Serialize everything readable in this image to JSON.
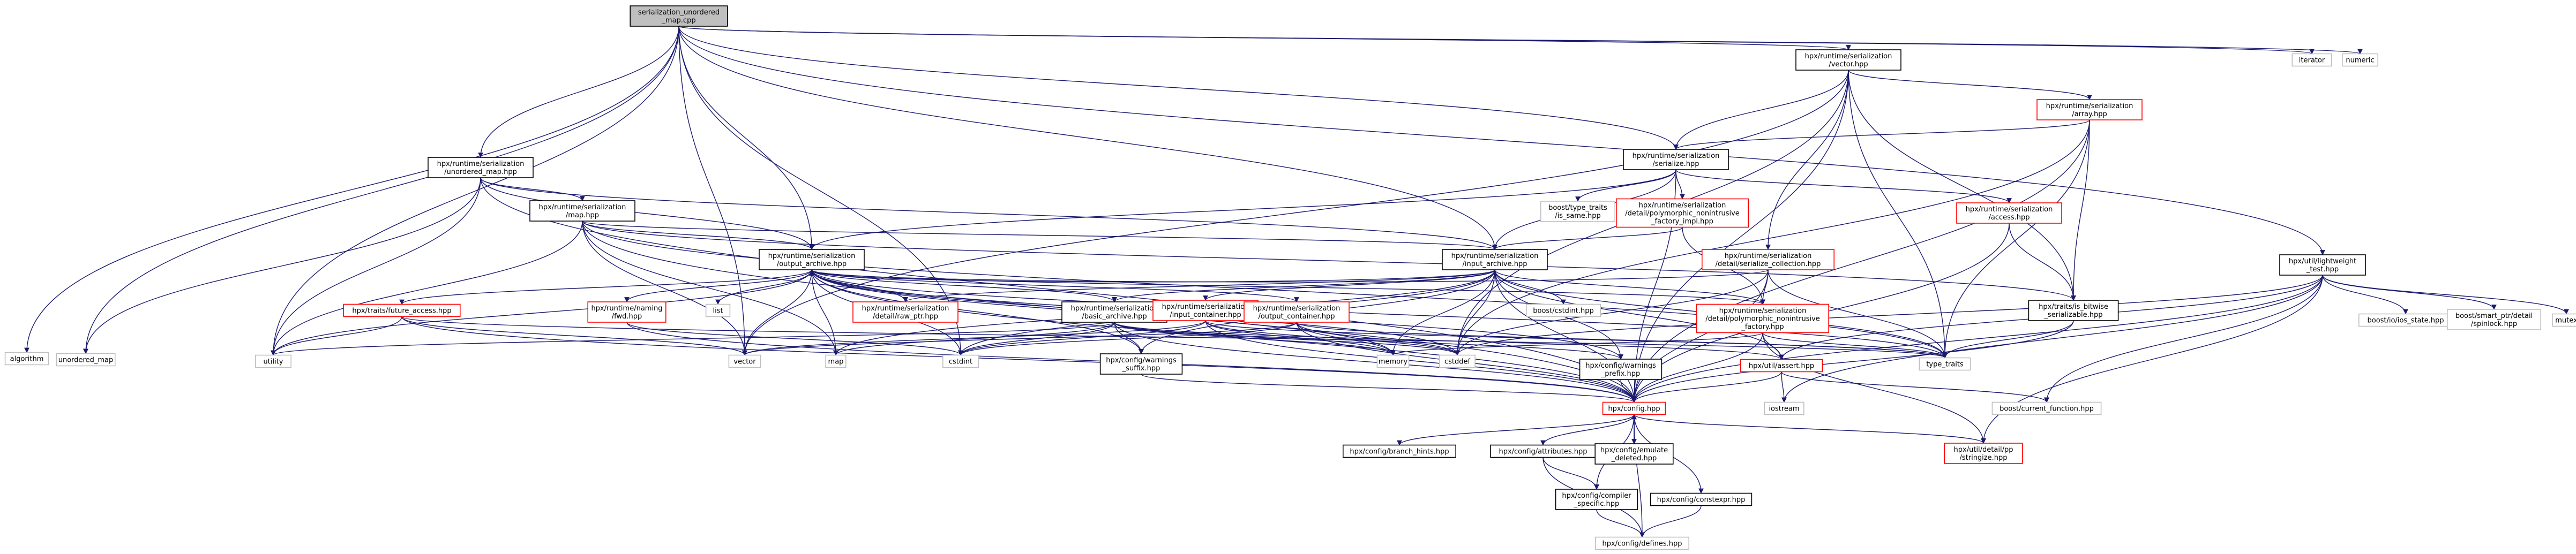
{
  "colors": {
    "edge": "#191970",
    "node_border": "#000000",
    "missing_border": "#bfbfbf",
    "red_border": "#ff0000",
    "root_fill": "#bfbfbf",
    "text": "#000000"
  },
  "nodes": [
    {
      "id": "root",
      "lines": [
        "serialization_unordered",
        "_map.cpp"
      ],
      "kind": "root"
    },
    {
      "id": "vector_hpp",
      "lines": [
        "hpx/runtime/serialization",
        "/vector.hpp"
      ],
      "kind": "normal"
    },
    {
      "id": "iterator",
      "lines": [
        "iterator"
      ],
      "kind": "missing"
    },
    {
      "id": "numeric",
      "lines": [
        "numeric"
      ],
      "kind": "missing"
    },
    {
      "id": "array_hpp",
      "lines": [
        "hpx/runtime/serialization",
        "/array.hpp"
      ],
      "kind": "red"
    },
    {
      "id": "serialize_hpp",
      "lines": [
        "hpx/runtime/serialization",
        "/serialize.hpp"
      ],
      "kind": "normal"
    },
    {
      "id": "unordered_map_hpp",
      "lines": [
        "hpx/runtime/serialization",
        "/unordered_map.hpp"
      ],
      "kind": "normal"
    },
    {
      "id": "type_traits_same",
      "lines": [
        "boost/type_traits",
        "/is_same.hpp"
      ],
      "kind": "missing"
    },
    {
      "id": "poly_factory_impl",
      "lines": [
        "hpx/runtime/serialization",
        "/detail/polymorphic_nonintrusive",
        "_factory_impl.hpp"
      ],
      "kind": "red"
    },
    {
      "id": "map_hpp",
      "lines": [
        "hpx/runtime/serialization",
        "/map.hpp"
      ],
      "kind": "normal"
    },
    {
      "id": "access_hpp",
      "lines": [
        "hpx/runtime/serialization",
        "/access.hpp"
      ],
      "kind": "red"
    },
    {
      "id": "output_archive",
      "lines": [
        "hpx/runtime/serialization",
        "/output_archive.hpp"
      ],
      "kind": "normal"
    },
    {
      "id": "input_archive",
      "lines": [
        "hpx/runtime/serialization",
        "/input_archive.hpp"
      ],
      "kind": "normal"
    },
    {
      "id": "serialize_collection",
      "lines": [
        "hpx/runtime/serialization",
        "/detail/serialize_collection.hpp"
      ],
      "kind": "red"
    },
    {
      "id": "fs_lightweight",
      "lines": [
        "hpx/util/lightweight",
        "_test.hpp"
      ],
      "kind": "normal"
    },
    {
      "id": "future_access",
      "lines": [
        "hpx/traits/future_access.hpp"
      ],
      "kind": "red"
    },
    {
      "id": "naming_fwd",
      "lines": [
        "hpx/runtime/naming",
        "/fwd.hpp"
      ],
      "kind": "red"
    },
    {
      "id": "list",
      "lines": [
        "list"
      ],
      "kind": "missing"
    },
    {
      "id": "raw_ptr",
      "lines": [
        "hpx/runtime/serialization",
        "/detail/raw_ptr.hpp"
      ],
      "kind": "red"
    },
    {
      "id": "basic_archive",
      "lines": [
        "hpx/runtime/serialization",
        "/basic_archive.hpp"
      ],
      "kind": "normal"
    },
    {
      "id": "input_container",
      "lines": [
        "hpx/runtime/serialization",
        "/input_container.hpp"
      ],
      "kind": "red"
    },
    {
      "id": "output_container",
      "lines": [
        "hpx/runtime/serialization",
        "/output_container.hpp"
      ],
      "kind": "red"
    },
    {
      "id": "boost_cstdint",
      "lines": [
        "boost/cstdint.hpp"
      ],
      "kind": "missing"
    },
    {
      "id": "poly_factory",
      "lines": [
        "hpx/runtime/serialization",
        "/detail/polymorphic_nonintrusive",
        "_factory.hpp"
      ],
      "kind": "red"
    },
    {
      "id": "is_bitwise",
      "lines": [
        "hpx/traits/is_bitwise",
        "_serializable.hpp"
      ],
      "kind": "normal"
    },
    {
      "id": "algorithm",
      "lines": [
        "algorithm"
      ],
      "kind": "missing"
    },
    {
      "id": "unordered_map",
      "lines": [
        "unordered_map"
      ],
      "kind": "missing"
    },
    {
      "id": "utility",
      "lines": [
        "utility"
      ],
      "kind": "missing"
    },
    {
      "id": "vector",
      "lines": [
        "vector"
      ],
      "kind": "missing"
    },
    {
      "id": "map",
      "lines": [
        "map"
      ],
      "kind": "missing"
    },
    {
      "id": "cstdint",
      "lines": [
        "cstdint"
      ],
      "kind": "missing"
    },
    {
      "id": "cstddef",
      "lines": [
        "cstddef"
      ],
      "kind": "missing"
    },
    {
      "id": "memory",
      "lines": [
        "memory"
      ],
      "kind": "missing"
    },
    {
      "id": "warnings_suffix",
      "lines": [
        "hpx/config/warnings",
        "_suffix.hpp"
      ],
      "kind": "normal"
    },
    {
      "id": "warnings_prefix",
      "lines": [
        "hpx/config/warnings",
        "_prefix.hpp"
      ],
      "kind": "normal"
    },
    {
      "id": "assert_hpp",
      "lines": [
        "hpx/util/assert.hpp"
      ],
      "kind": "red"
    },
    {
      "id": "type_traits",
      "lines": [
        "type_traits"
      ],
      "kind": "missing"
    },
    {
      "id": "config_hpp",
      "lines": [
        "hpx/config.hpp"
      ],
      "kind": "red"
    },
    {
      "id": "iostream",
      "lines": [
        "iostream"
      ],
      "kind": "missing"
    },
    {
      "id": "current_function",
      "lines": [
        "boost/current_function.hpp"
      ],
      "kind": "missing"
    },
    {
      "id": "io_state",
      "lines": [
        "boost/io/ios_state.hpp"
      ],
      "kind": "missing"
    },
    {
      "id": "spinlock",
      "lines": [
        "boost/smart_ptr/detail",
        "/spinlock.hpp"
      ],
      "kind": "missing"
    },
    {
      "id": "mutex",
      "lines": [
        "mutex"
      ],
      "kind": "missing"
    },
    {
      "id": "branch_hints",
      "lines": [
        "hpx/config/branch_hints.hpp"
      ],
      "kind": "normal"
    },
    {
      "id": "attributes",
      "lines": [
        "hpx/config/attributes.hpp"
      ],
      "kind": "normal"
    },
    {
      "id": "emulate_deleted",
      "lines": [
        "hpx/config/emulate",
        "_deleted.hpp"
      ],
      "kind": "normal"
    },
    {
      "id": "stringize",
      "lines": [
        "hpx/util/detail/pp",
        "/stringize.hpp"
      ],
      "kind": "red"
    },
    {
      "id": "compiler_specific",
      "lines": [
        "hpx/config/compiler",
        "_specific.hpp"
      ],
      "kind": "normal"
    },
    {
      "id": "constexpr",
      "lines": [
        "hpx/config/constexpr.hpp"
      ],
      "kind": "normal"
    },
    {
      "id": "defines",
      "lines": [
        "hpx/config/defines.hpp"
      ],
      "kind": "missing"
    }
  ],
  "edges": [
    [
      "root",
      "vector_hpp"
    ],
    [
      "root",
      "iterator"
    ],
    [
      "root",
      "numeric"
    ],
    [
      "root",
      "unordered_map_hpp"
    ],
    [
      "root",
      "serialize_hpp"
    ],
    [
      "root",
      "input_archive"
    ],
    [
      "root",
      "fs_lightweight"
    ],
    [
      "root",
      "algorithm"
    ],
    [
      "root",
      "unordered_map"
    ],
    [
      "root",
      "utility"
    ],
    [
      "root",
      "vector"
    ],
    [
      "root",
      "cstdint"
    ],
    [
      "root",
      "output_archive"
    ],
    [
      "vector_hpp",
      "array_hpp"
    ],
    [
      "vector_hpp",
      "serialize_hpp"
    ],
    [
      "vector_hpp",
      "serialize_collection"
    ],
    [
      "vector_hpp",
      "is_bitwise"
    ],
    [
      "vector_hpp",
      "config_hpp"
    ],
    [
      "vector_hpp",
      "vector"
    ],
    [
      "vector_hpp",
      "type_traits"
    ],
    [
      "vector_hpp",
      "cstddef"
    ],
    [
      "array_hpp",
      "serialize_hpp"
    ],
    [
      "array_hpp",
      "is_bitwise"
    ],
    [
      "array_hpp",
      "config_hpp"
    ],
    [
      "array_hpp",
      "type_traits"
    ],
    [
      "array_hpp",
      "cstddef"
    ],
    [
      "serialize_hpp",
      "output_archive"
    ],
    [
      "serialize_hpp",
      "input_archive"
    ],
    [
      "serialize_hpp",
      "type_traits_same"
    ],
    [
      "serialize_hpp",
      "poly_factory_impl"
    ],
    [
      "serialize_hpp",
      "access_hpp"
    ],
    [
      "serialize_hpp",
      "config_hpp"
    ],
    [
      "unordered_map_hpp",
      "map_hpp"
    ],
    [
      "unordered_map_hpp",
      "output_archive"
    ],
    [
      "unordered_map_hpp",
      "input_archive"
    ],
    [
      "unordered_map_hpp",
      "unordered_map"
    ],
    [
      "unordered_map_hpp",
      "utility"
    ],
    [
      "unordered_map_hpp",
      "config_hpp"
    ],
    [
      "map_hpp",
      "output_archive"
    ],
    [
      "map_hpp",
      "input_archive"
    ],
    [
      "map_hpp",
      "is_bitwise"
    ],
    [
      "map_hpp",
      "utility"
    ],
    [
      "map_hpp",
      "map"
    ],
    [
      "map_hpp",
      "vector"
    ],
    [
      "map_hpp",
      "type_traits"
    ],
    [
      "map_hpp",
      "config_hpp"
    ],
    [
      "poly_factory_impl",
      "input_archive"
    ],
    [
      "poly_factory_impl",
      "poly_factory"
    ],
    [
      "access_hpp",
      "config_hpp"
    ],
    [
      "access_hpp",
      "is_bitwise"
    ],
    [
      "output_archive",
      "future_access"
    ],
    [
      "output_archive",
      "naming_fwd"
    ],
    [
      "output_archive",
      "list"
    ],
    [
      "output_archive",
      "raw_ptr"
    ],
    [
      "output_archive",
      "basic_archive"
    ],
    [
      "output_archive",
      "output_container"
    ],
    [
      "output_archive",
      "poly_factory"
    ],
    [
      "output_archive",
      "utility"
    ],
    [
      "output_archive",
      "vector"
    ],
    [
      "output_archive",
      "map"
    ],
    [
      "output_archive",
      "cstdint"
    ],
    [
      "output_archive",
      "cstddef"
    ],
    [
      "output_archive",
      "memory"
    ],
    [
      "output_archive",
      "type_traits"
    ],
    [
      "output_archive",
      "config_hpp"
    ],
    [
      "output_archive",
      "warnings_prefix"
    ],
    [
      "output_archive",
      "warnings_suffix"
    ],
    [
      "input_archive",
      "output_archive"
    ],
    [
      "input_archive",
      "raw_ptr"
    ],
    [
      "input_archive",
      "basic_archive"
    ],
    [
      "input_archive",
      "input_container"
    ],
    [
      "input_archive",
      "boost_cstdint"
    ],
    [
      "input_archive",
      "poly_factory"
    ],
    [
      "input_archive",
      "assert_hpp"
    ],
    [
      "input_archive",
      "map"
    ],
    [
      "input_archive",
      "cstdint"
    ],
    [
      "input_archive",
      "cstddef"
    ],
    [
      "input_archive",
      "memory"
    ],
    [
      "input_archive",
      "type_traits"
    ],
    [
      "input_archive",
      "config_hpp"
    ],
    [
      "input_archive",
      "warnings_prefix"
    ],
    [
      "input_archive",
      "warnings_suffix"
    ],
    [
      "serialize_collection",
      "output_archive"
    ],
    [
      "serialize_collection",
      "poly_factory"
    ],
    [
      "serialize_collection",
      "type_traits"
    ],
    [
      "serialize_collection",
      "config_hpp"
    ],
    [
      "serialize_collection",
      "cstddef"
    ],
    [
      "future_access",
      "utility"
    ],
    [
      "future_access",
      "vector"
    ],
    [
      "future_access",
      "config_hpp"
    ],
    [
      "future_access",
      "type_traits"
    ],
    [
      "naming_fwd",
      "config_hpp"
    ],
    [
      "naming_fwd",
      "cstdint"
    ],
    [
      "basic_archive",
      "assert_hpp"
    ],
    [
      "basic_archive",
      "utility"
    ],
    [
      "basic_archive",
      "map"
    ],
    [
      "basic_archive",
      "cstdint"
    ],
    [
      "basic_archive",
      "memory"
    ],
    [
      "basic_archive",
      "config_hpp"
    ],
    [
      "basic_archive",
      "warnings_prefix"
    ],
    [
      "basic_archive",
      "warnings_suffix"
    ],
    [
      "basic_archive",
      "cstddef"
    ],
    [
      "input_container",
      "cstddef"
    ],
    [
      "input_container",
      "memory"
    ],
    [
      "input_container",
      "vector"
    ],
    [
      "input_container",
      "config_hpp"
    ],
    [
      "input_container",
      "type_traits"
    ],
    [
      "input_container",
      "cstdint"
    ],
    [
      "output_container",
      "cstddef"
    ],
    [
      "output_container",
      "memory"
    ],
    [
      "output_container",
      "vector"
    ],
    [
      "output_container",
      "config_hpp"
    ],
    [
      "output_container",
      "type_traits"
    ],
    [
      "output_container",
      "cstdint"
    ],
    [
      "poly_factory",
      "assert_hpp"
    ],
    [
      "poly_factory",
      "stringize"
    ],
    [
      "poly_factory",
      "type_traits"
    ],
    [
      "poly_factory",
      "config_hpp"
    ],
    [
      "poly_factory",
      "memory"
    ],
    [
      "is_bitwise",
      "type_traits"
    ],
    [
      "is_bitwise",
      "config_hpp"
    ],
    [
      "fs_lightweight",
      "config_hpp"
    ],
    [
      "fs_lightweight",
      "assert_hpp"
    ],
    [
      "fs_lightweight",
      "stringize"
    ],
    [
      "fs_lightweight",
      "io_state"
    ],
    [
      "fs_lightweight",
      "spinlock"
    ],
    [
      "fs_lightweight",
      "mutex"
    ],
    [
      "fs_lightweight",
      "iostream"
    ],
    [
      "fs_lightweight",
      "cstddef"
    ],
    [
      "fs_lightweight",
      "current_function"
    ],
    [
      "warnings_prefix",
      "config_hpp"
    ],
    [
      "warnings_suffix",
      "config_hpp"
    ],
    [
      "assert_hpp",
      "config_hpp"
    ],
    [
      "assert_hpp",
      "current_function"
    ],
    [
      "assert_hpp",
      "iostream"
    ],
    [
      "config_hpp",
      "branch_hints"
    ],
    [
      "config_hpp",
      "attributes"
    ],
    [
      "config_hpp",
      "emulate_deleted"
    ],
    [
      "config_hpp",
      "stringize"
    ],
    [
      "config_hpp",
      "compiler_specific"
    ],
    [
      "config_hpp",
      "constexpr"
    ],
    [
      "config_hpp",
      "defines"
    ],
    [
      "emulate_deleted",
      "config_hpp"
    ],
    [
      "attributes",
      "compiler_specific"
    ],
    [
      "attributes",
      "defines"
    ],
    [
      "compiler_specific",
      "defines"
    ],
    [
      "constexpr",
      "defines"
    ]
  ]
}
